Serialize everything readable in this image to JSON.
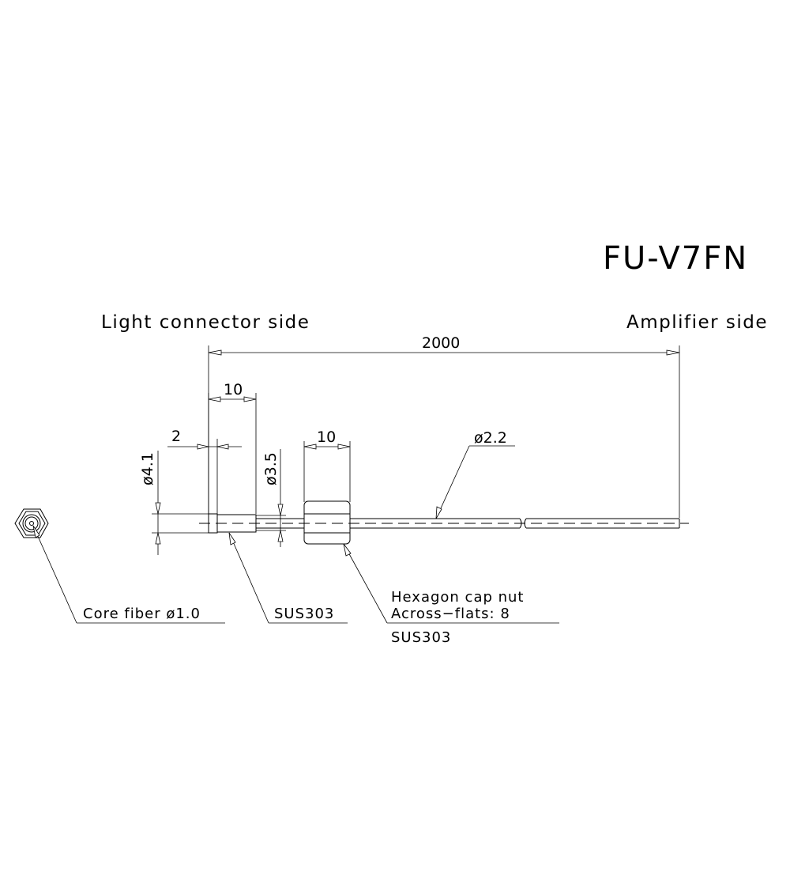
{
  "model": "FU-V7FN",
  "sides": {
    "left": "Light connector side",
    "right": "Amplifier side"
  },
  "dimensions": {
    "overall_length": "2000",
    "sleeve_length": "10",
    "tip_length": "2",
    "nut_length": "10",
    "cable_diameter": "ø2.2",
    "tip_diameter": "ø4.1",
    "sleeve_diameter": "ø3.5"
  },
  "callouts": {
    "core_fiber": "Core fiber ø1.0",
    "sleeve_material": "SUS303",
    "nut_name": "Hexagon cap nut",
    "nut_flats": "Across−flats: 8",
    "nut_material": "SUS303"
  }
}
